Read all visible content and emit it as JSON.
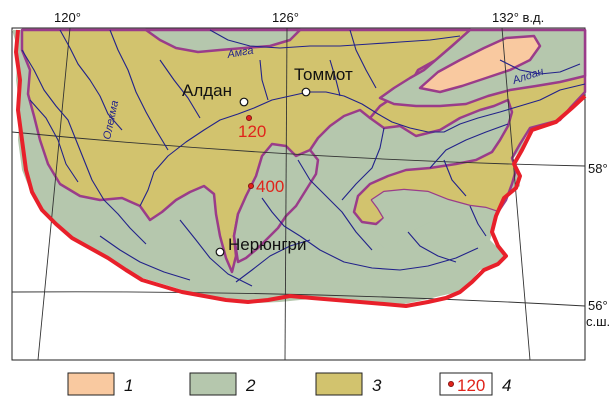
{
  "map": {
    "degree_labels": {
      "lon_120": "120°",
      "lon_126": "126°",
      "lon_132": "132° в.д.",
      "lat_58": "58°",
      "lat_56": "56°",
      "lat_56_suffix": "с.ш."
    },
    "cities": {
      "aldan": "Алдан",
      "tommot": "Томмот",
      "neryungri": "Нерюнгри"
    },
    "rivers": {
      "amga": "Амга",
      "aldan": "Алдан",
      "olekma": "Олекма"
    },
    "elevation_points": {
      "p1": "120",
      "p2": "400"
    }
  },
  "legend": {
    "items": [
      {
        "number": "1",
        "color": "#f9c9a0"
      },
      {
        "number": "2",
        "color": "#b5c7ad"
      },
      {
        "number": "3",
        "color": "#d2c36e"
      },
      {
        "number": "4",
        "marker_value": "120",
        "marker_color": "#e0241b"
      }
    ]
  },
  "colors": {
    "zone_1": "#f9c9a0",
    "zone_2": "#b5c7ad",
    "zone_3": "#d2c36e",
    "boundary_red": "#e8202a",
    "isoline_purple": "#9a3c8a",
    "river_blue": "#22228a"
  }
}
